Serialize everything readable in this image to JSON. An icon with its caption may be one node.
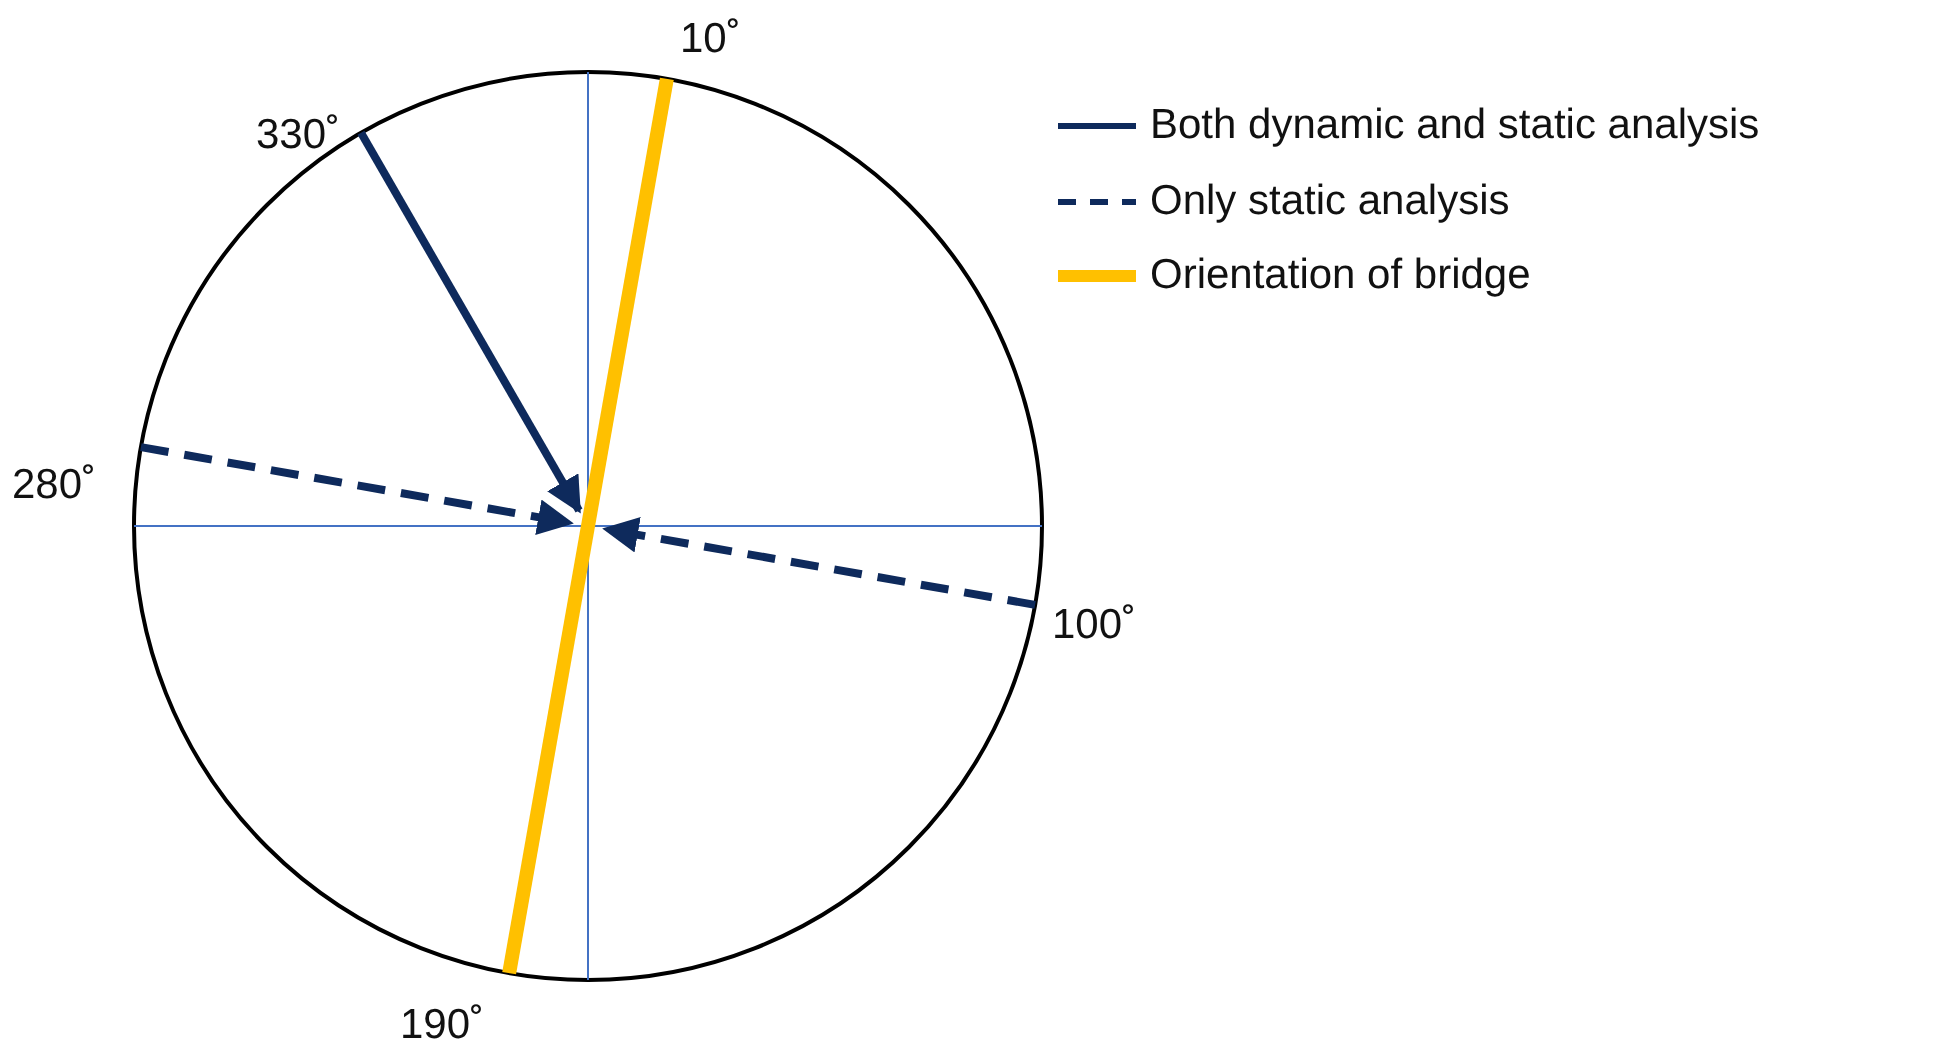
{
  "diagram": {
    "labels": [
      "10˚",
      "330˚",
      "280˚",
      "100˚",
      "190˚"
    ],
    "legend": [
      {
        "text": "Both dynamic and static analysis"
      },
      {
        "text": "Only static analysis"
      },
      {
        "text": "Orientation of bridge"
      }
    ]
  }
}
